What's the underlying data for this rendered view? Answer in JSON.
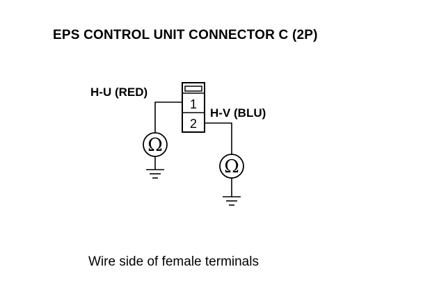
{
  "title": "EPS CONTROL UNIT CONNECTOR C (2P)",
  "connector": {
    "pins": [
      {
        "number": "1",
        "wire": "H-U (RED)"
      },
      {
        "number": "2",
        "wire": "H-V (BLU)"
      }
    ]
  },
  "meters": [
    {
      "symbol": "Ω",
      "icon": "ohmmeter-icon"
    },
    {
      "symbol": "Ω",
      "icon": "ohmmeter-icon"
    }
  ],
  "caption": "Wire side of female terminals",
  "colors": {
    "line": "#000000",
    "background": "#ffffff"
  }
}
